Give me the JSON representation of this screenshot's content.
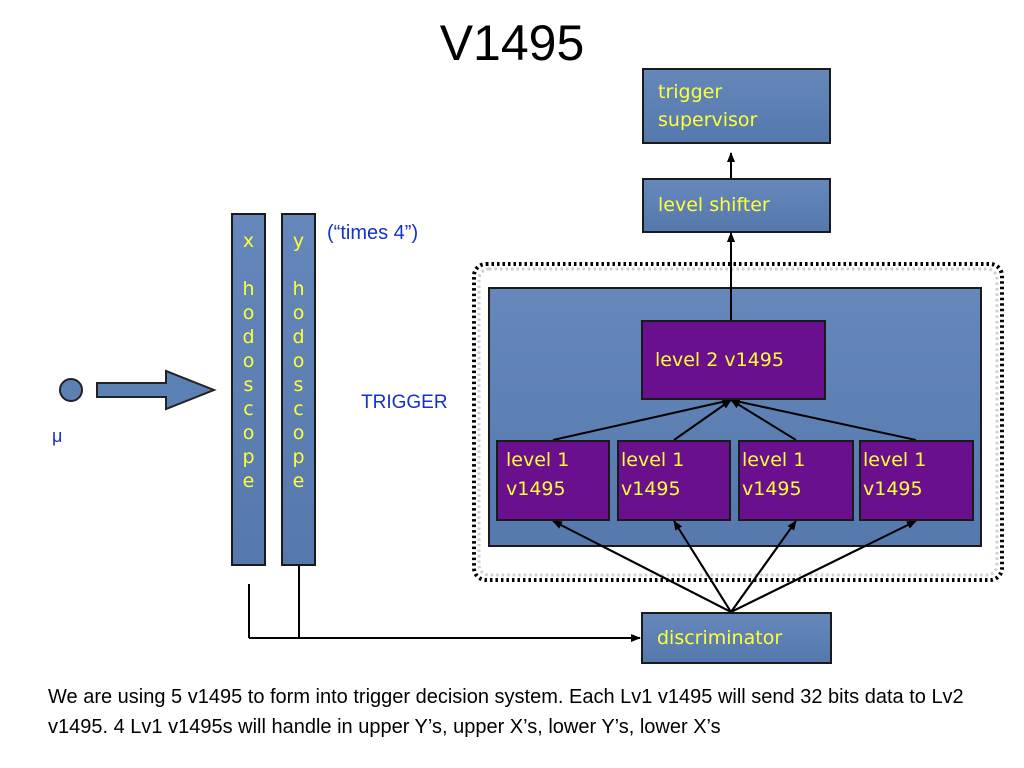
{
  "title": "V1495",
  "particle_label": "μ",
  "hodoscopes": {
    "x": {
      "letter": "x",
      "word": "hodoscope"
    },
    "y": {
      "letter": "y",
      "word": "hodoscope"
    },
    "note": "(“times 4”)"
  },
  "trigger_label": "TRIGGER",
  "boxes": {
    "trigger_supervisor": "trigger supervisor",
    "level_shifter": "level shifter",
    "level2": "level 2 v1495",
    "level1": [
      "level 1 v1495",
      "level 1 v1495",
      "level 1 v1495",
      "level 1 v1495"
    ],
    "discriminator": "discriminator"
  },
  "caption": "We are using 5 v1495 to form into trigger decision system. Each Lv1 v1495 will send 32 bits data to Lv2 v1495. 4 Lv1 v1495s will handle in upper Y’s, upper X’s, lower Y’s, lower X’s",
  "colors": {
    "box_blue": "#5a80b4",
    "box_purple": "#6a0f8e",
    "box_text": "#ffff38",
    "label_blue": "#1232c8"
  }
}
